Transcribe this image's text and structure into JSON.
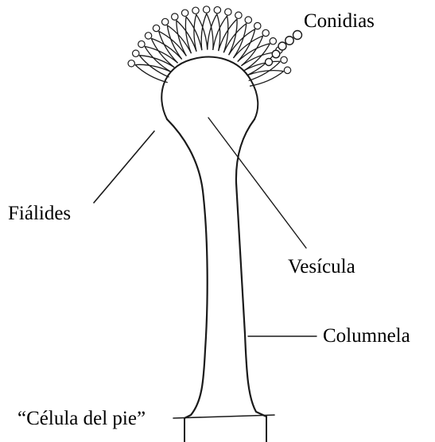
{
  "labels": {
    "conidias": "Conidias",
    "fialides": "Fiálides",
    "vesicula": "Vesícula",
    "columnela": "Columnela",
    "celula_pie": "“Célula del pie”"
  },
  "colors": {
    "ink": "#1a1a1a",
    "background": "#ffffff"
  }
}
